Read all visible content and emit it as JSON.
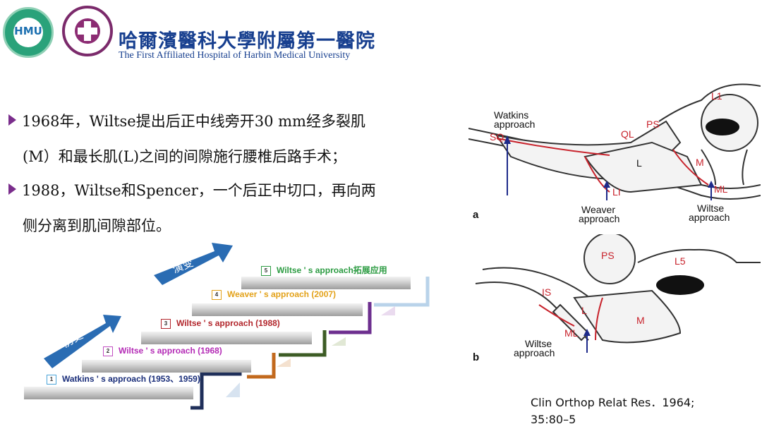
{
  "header": {
    "logo1_text": "HMU",
    "hospital_cn": "哈爾濱醫科大學附屬第一醫院",
    "hospital_en": "The First Affiliated Hospital of Harbin Medical University"
  },
  "bullets": [
    {
      "line1": "1968年，Wiltse提出后正中线旁开30 mm经多裂肌",
      "line2": "(M）和最长肌(L)之间的间隙施行腰椎后路手术；"
    },
    {
      "line1": "1988，Wiltse和Spencer，一个后正中切口，再向两",
      "line2": "侧分离到肌间隙部位。"
    }
  ],
  "diagram": {
    "arrow_history": "历史",
    "arrow_evolution": "演变",
    "steps": [
      {
        "num": "1",
        "label": "Watkins ' s approach (1953、1959)",
        "color": "#1a2e7a"
      },
      {
        "num": "2",
        "label": "Wiltse ' s approach (1968)",
        "color": "#b42bb6"
      },
      {
        "num": "3",
        "label": "Wiltse ' s approach (1988)",
        "color": "#b2262c"
      },
      {
        "num": "4",
        "label": "Weaver ' s approach (2007)",
        "color": "#e3a21a"
      },
      {
        "num": "5",
        "label": "Wiltse ' s approach拓展应用",
        "color": "#2d9c43"
      }
    ]
  },
  "figure_a": {
    "letter": "a",
    "watkins": "Watkins\napproach",
    "weaver": "Weaver\napproach",
    "wiltse": "Wiltse\napproach",
    "labels": [
      "SQ",
      "QL",
      "PS",
      "L1",
      "L",
      "M",
      "LI",
      "ML"
    ]
  },
  "figure_b": {
    "letter": "b",
    "wiltse": "Wiltse\napproach",
    "labels": [
      "PS",
      "L5",
      "IS",
      "L",
      "M",
      "ML"
    ]
  },
  "citation": {
    "line1": "Clin Orthop Relat Res．1964;",
    "line2": "35:80–5"
  }
}
